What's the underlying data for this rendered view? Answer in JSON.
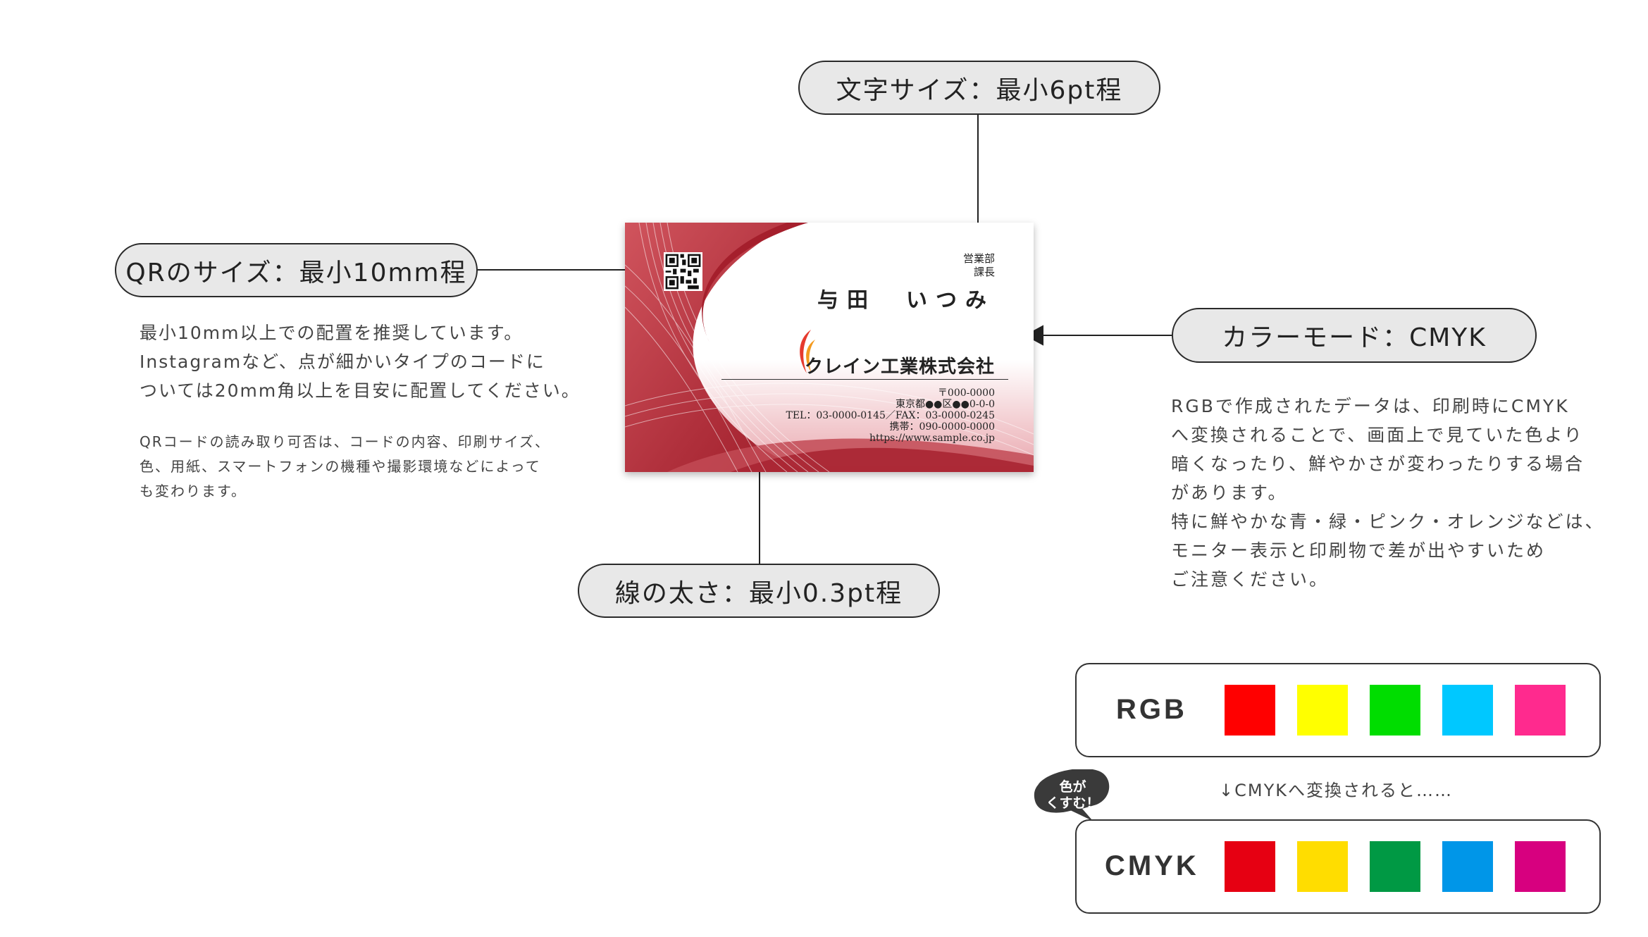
{
  "callouts": {
    "font_size": "文字サイズ：最小6pt程",
    "qr_size": "QRのサイズ：最小10mm程",
    "color_mode": "カラーモード：CMYK",
    "line_width": "線の太さ：最小0.3pt程"
  },
  "qr_note": {
    "lines": [
      "最小10mm以上での配置を推奨しています。",
      "Instagramなど、点が細かいタイプのコードに",
      "ついては20mm角以上を目安に配置してください。"
    ],
    "small_lines": [
      "QRコードの読み取り可否は、コードの内容、印刷サイズ、",
      "色、用紙、スマートフォンの機種や撮影環境などによって",
      "も変わります。"
    ]
  },
  "cmyk_note": {
    "lines": [
      "RGBで作成されたデータは、印刷時にCMYK",
      "へ変換されることで、画面上で見ていた色より",
      "暗くなったり、鮮やかさが変わったりする場合",
      "があります。",
      "特に鮮やかな青・緑・ピンク・オレンジなどは、",
      "モニター表示と印刷物で差が出やすいため",
      "ご注意ください。"
    ]
  },
  "card": {
    "dept": "営業部",
    "title": "課長",
    "name": "与田　いつみ",
    "company": "クレイン工業株式会社",
    "address": [
      "〒000-0000",
      "東京都●●区●●0-0-0",
      "TEL：03-0000-0145／FAX：03-0000-0245",
      "携帯：090-0000-0000",
      "https://www.sample.co.jp"
    ]
  },
  "palette": {
    "rgb_label": "RGB",
    "cmyk_label": "CMYK",
    "conversion_text": "↓CMYKへ変換されると……",
    "bubble": [
      "色が",
      "くすむ！"
    ],
    "rgb_colors": [
      "#ff0000",
      "#ffff00",
      "#00dd00",
      "#00c8ff",
      "#ff2a8e"
    ],
    "cmyk_colors": [
      "#e60012",
      "#ffdd00",
      "#009944",
      "#0096e8",
      "#d7007f"
    ]
  },
  "colors": {
    "card_red": "#c8404a",
    "card_dark_red": "#9e1c28"
  }
}
